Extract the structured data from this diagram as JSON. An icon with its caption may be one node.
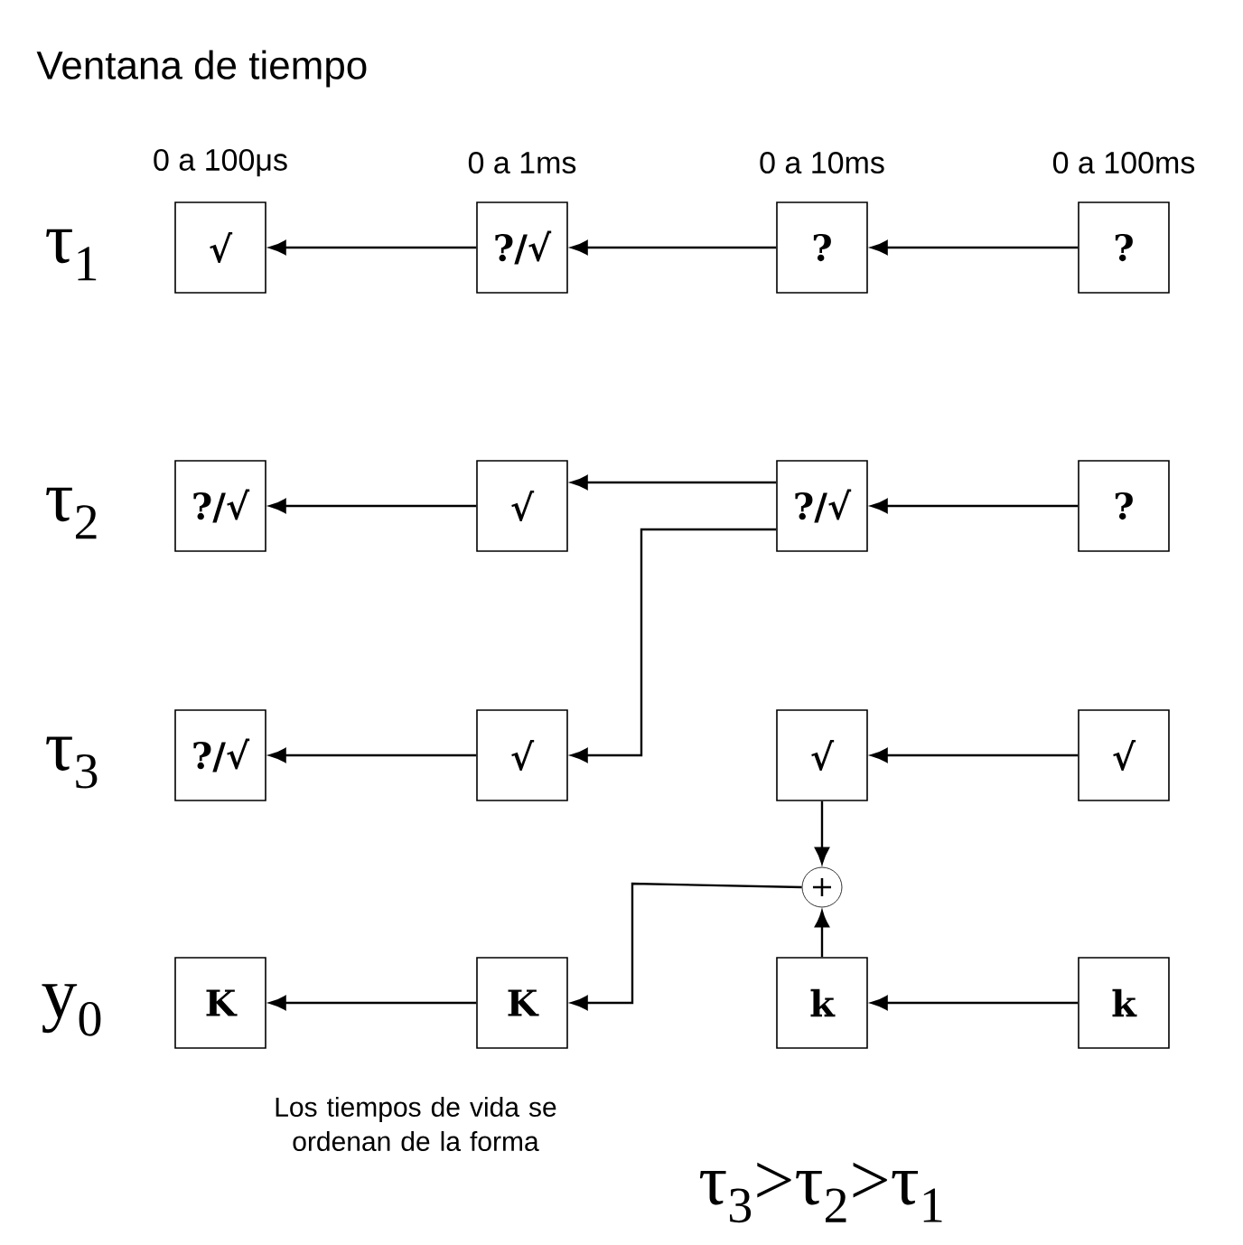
{
  "diagram": {
    "title": "Ventana de tiempo",
    "nodes": [
      {
        "text": [
          "√"
        ]
      },
      {
        "text": [
          "?/√"
        ]
      },
      {
        "text": [
          "?"
        ]
      },
      {
        "text": [
          "?"
        ]
      },
      {
        "text": [
          "?/√"
        ]
      },
      {
        "text": [
          "√"
        ]
      },
      {
        "text": [
          "?/√"
        ]
      },
      {
        "text": [
          "?"
        ]
      },
      {
        "text": [
          "?/√"
        ]
      },
      {
        "text": [
          "√"
        ]
      },
      {
        "text": [
          "√"
        ]
      },
      {
        "text": [
          "√"
        ]
      },
      {
        "text": [
          "+"
        ]
      },
      {
        "text": [
          "K"
        ]
      },
      {
        "text": [
          "K"
        ]
      },
      {
        "text": [
          "k"
        ]
      },
      {
        "text": [
          "k"
        ]
      }
    ],
    "edges": [
      {
        "from": 3,
        "to": 2,
        "arrow": "to"
      },
      {
        "from": 2,
        "to": 1,
        "arrow": "to"
      },
      {
        "from": 1,
        "to": 0,
        "arrow": "to"
      },
      {
        "from": 7,
        "to": 6,
        "arrow": "to"
      },
      {
        "from": 6,
        "to": 5,
        "arrow": "to"
      },
      {
        "from": 5,
        "to": 4,
        "arrow": "to"
      },
      {
        "from": 6,
        "to": 9,
        "arrow": "to"
      },
      {
        "from": 11,
        "to": 10,
        "arrow": "to"
      },
      {
        "from": 9,
        "to": 8,
        "arrow": "to"
      },
      {
        "from": 10,
        "to": 12,
        "arrow": "to"
      },
      {
        "from": 15,
        "to": 12,
        "arrow": "to"
      },
      {
        "from": 12,
        "to": 14,
        "arrow": "to"
      },
      {
        "from": 16,
        "to": 15,
        "arrow": "to"
      },
      {
        "from": 14,
        "to": 13,
        "arrow": "to"
      }
    ],
    "labels": [
      "0 a 100μs",
      "0 a 1ms",
      "0 a 10ms",
      "0 a 100ms",
      "τ$_{1}$",
      "τ$_{2}$",
      "τ$_{3}$",
      "y$_{0}$",
      "Los tiempos de vida se ordenan de la forma",
      "τ$_{3}$>τ$_{2}$>τ$_{1}$"
    ]
  }
}
